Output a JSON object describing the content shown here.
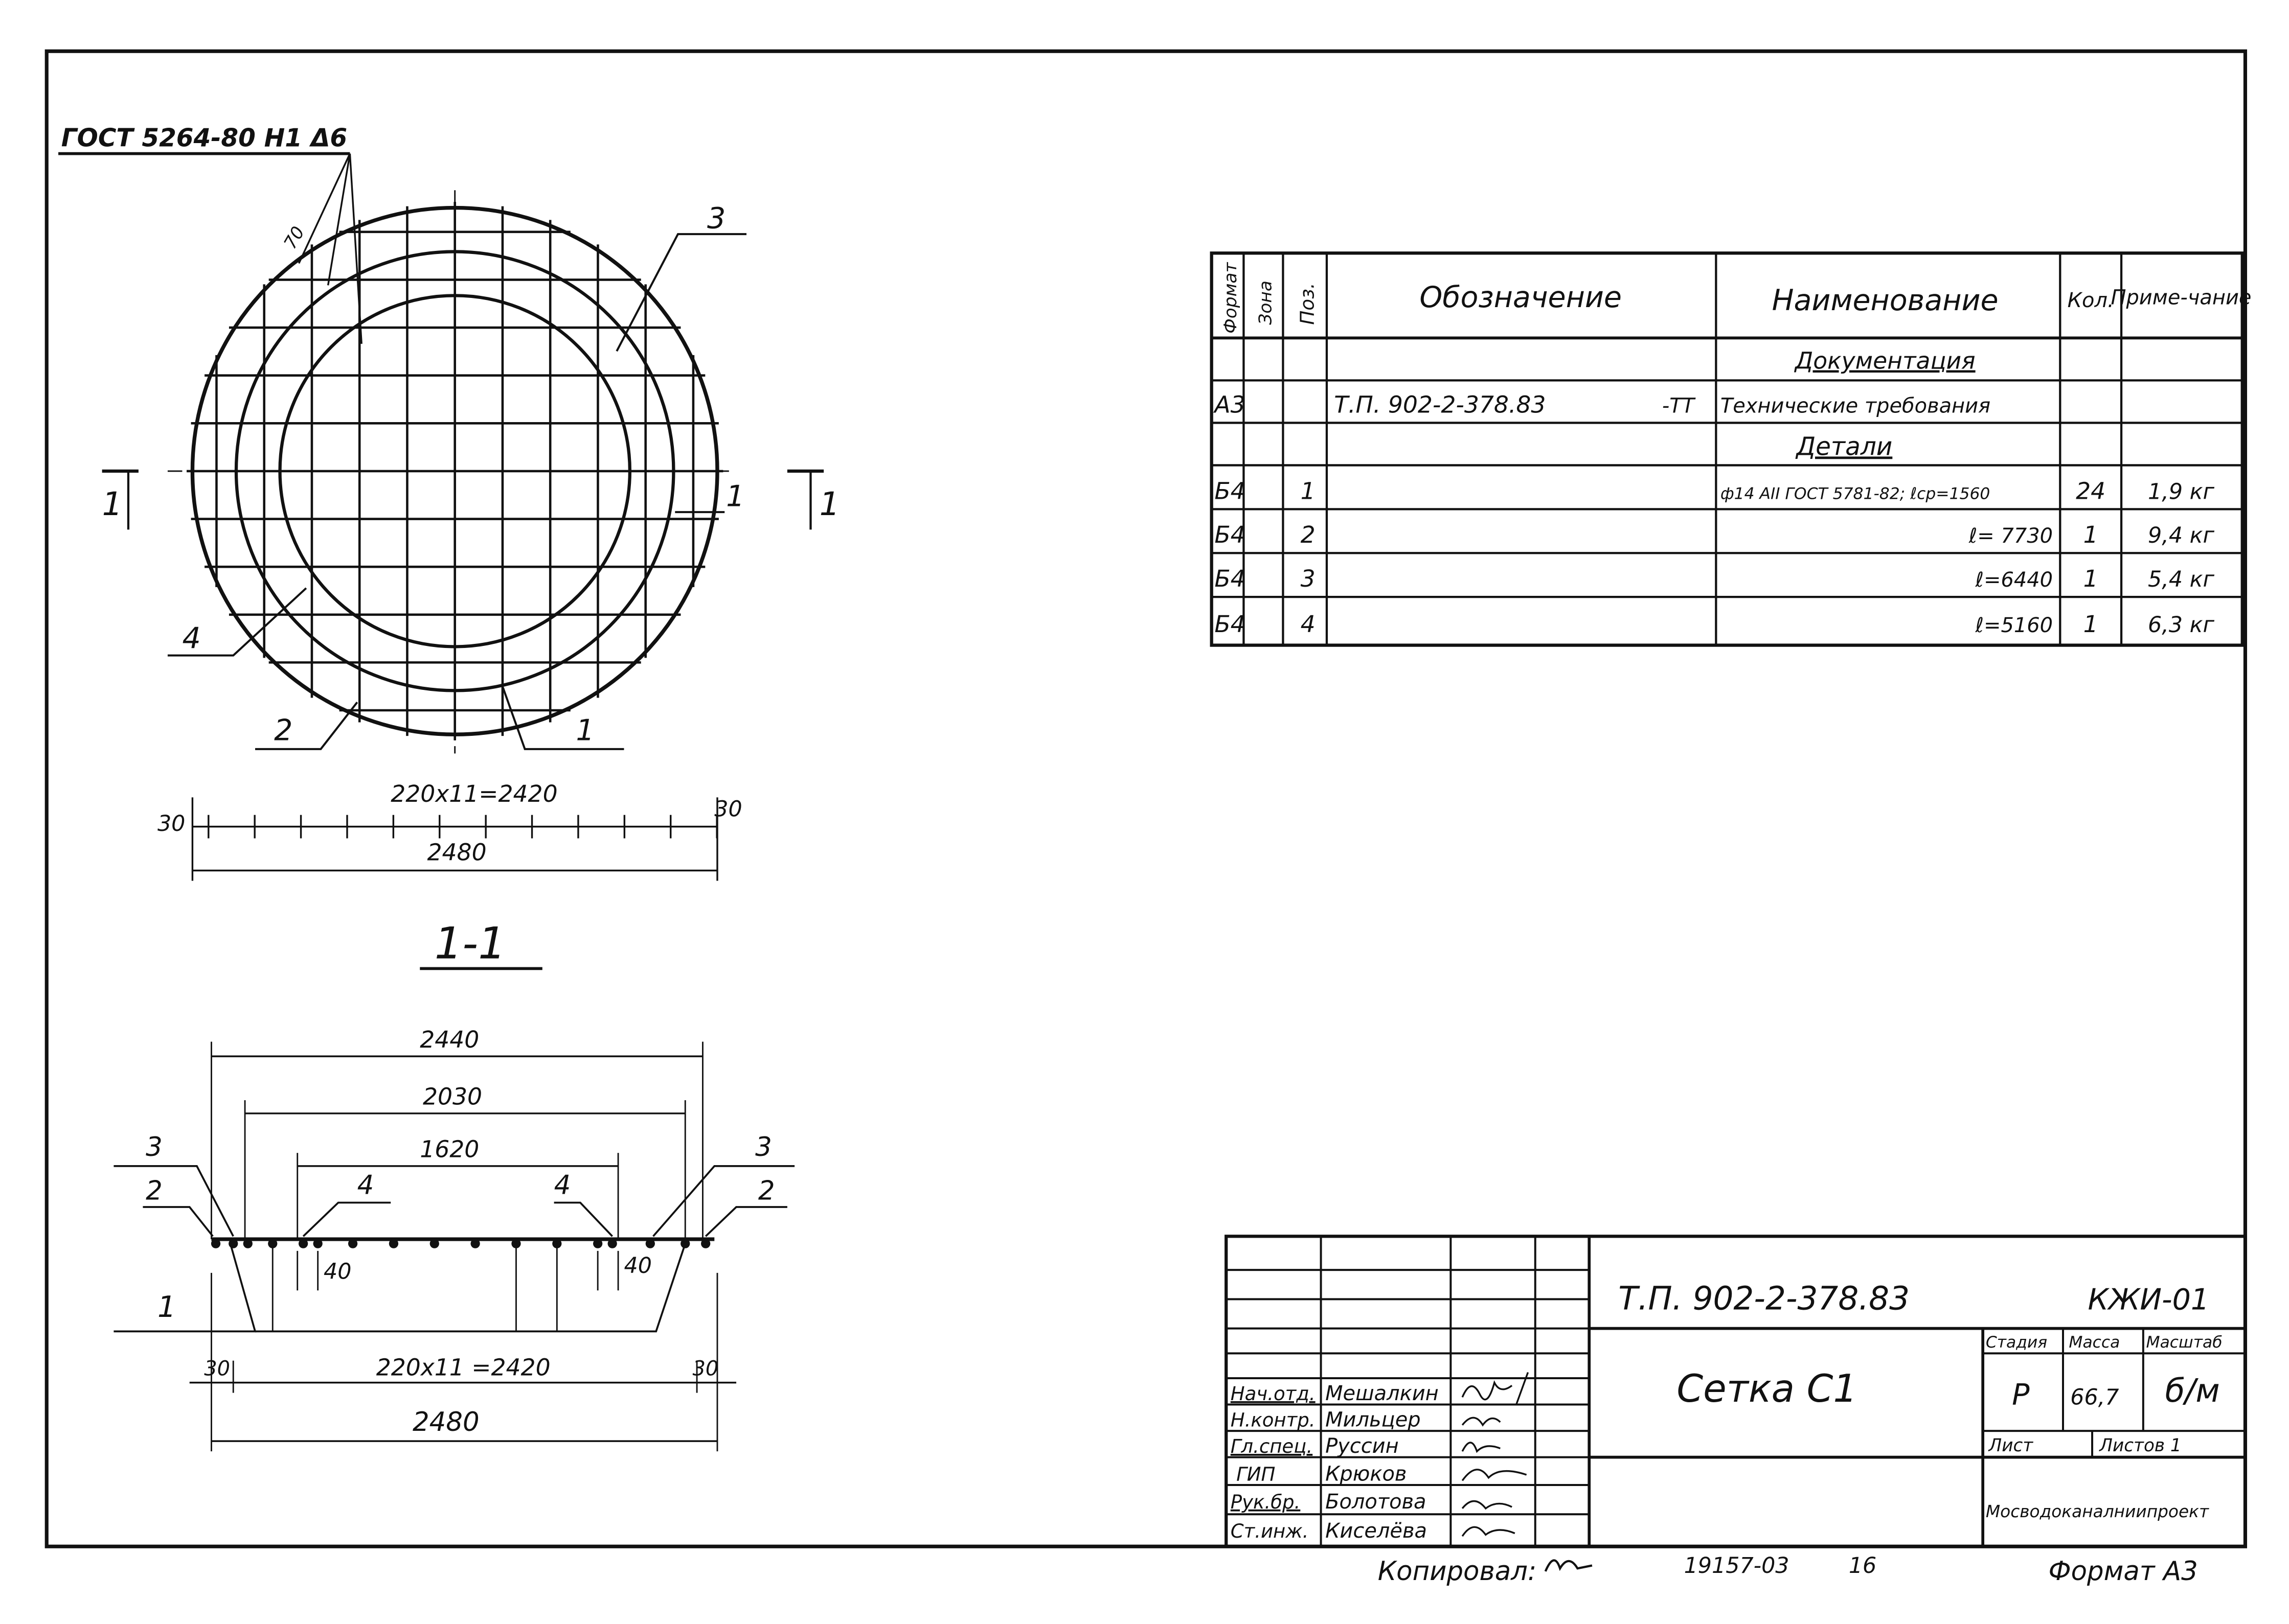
{
  "drawing": {
    "weld_note": "ГОСТ 5264-80 Н1 Δ6",
    "weld_dim": "70",
    "pos_labels": [
      "1",
      "2",
      "3",
      "4"
    ],
    "section_mark": "1",
    "section_title": "1-1",
    "plan_dims": {
      "side": "30",
      "spacing": "220x11=2420",
      "overall": "2480"
    },
    "section_dims": {
      "d1": "2440",
      "d2": "2030",
      "d3": "1620",
      "offset": "40",
      "side": "30",
      "spacing": "220x11 =2420",
      "overall": "2480"
    }
  },
  "spec_table": {
    "headers": {
      "format": "Формат",
      "zone": "Зона",
      "pos": "Поз.",
      "designation": "Обозначение",
      "name": "Наименование",
      "qty": "Кол.",
      "note": "Приме-чание"
    },
    "rows": [
      {
        "format": "",
        "pos": "",
        "designation": "",
        "name": "Документация",
        "qty": "",
        "note": ""
      },
      {
        "format": "А3",
        "pos": "",
        "designation": "Т.П. 902-2-378.83",
        "suffix": "-ТТ",
        "name": "Технические требования",
        "qty": "",
        "note": ""
      },
      {
        "format": "",
        "pos": "",
        "designation": "",
        "name": "Детали",
        "qty": "",
        "note": ""
      },
      {
        "format": "Б4",
        "pos": "1",
        "designation": "",
        "name": "ф14 АII ГОСТ 5781-82; ℓср=1560",
        "qty": "24",
        "note": "1,9 кг"
      },
      {
        "format": "Б4",
        "pos": "2",
        "designation": "",
        "name": "ℓ= 7730",
        "qty": "1",
        "note": "9,4 кг"
      },
      {
        "format": "Б4",
        "pos": "3",
        "designation": "",
        "name": "ℓ=6440",
        "qty": "1",
        "note": "5,4 кг"
      },
      {
        "format": "Б4",
        "pos": "4",
        "designation": "",
        "name": "ℓ=5160",
        "qty": "1",
        "note": "6,3 кг"
      }
    ]
  },
  "title_block": {
    "doc_code": "Т.П. 902-2-378.83",
    "sheet_code": "КЖИ-01",
    "title": "Сетка С1",
    "stage_label": "Стадия",
    "mass_label": "Масса",
    "scale_label": "Масштаб",
    "stage": "Р",
    "mass": "66,7",
    "scale": "б/м",
    "sheet_label": "Лист",
    "sheets_label": "Листов 1",
    "org": "Мосводоканалниипроект",
    "people": [
      {
        "role": "Нач.отд.",
        "name": "Мешалкин"
      },
      {
        "role": "Н.контр.",
        "name": "Мильцер"
      },
      {
        "role": "Гл.спец.",
        "name": "Руссин"
      },
      {
        "role": "ГИП",
        "name": "Крюков"
      },
      {
        "role": "Рук.бр.",
        "name": "Болотова"
      },
      {
        "role": "Ст.инж.",
        "name": "Киселёва"
      }
    ]
  },
  "footer": {
    "copied": "Копировал:",
    "number": "19157-03",
    "num2": "16",
    "format": "Формат А3"
  }
}
